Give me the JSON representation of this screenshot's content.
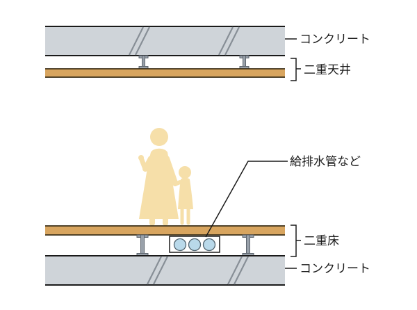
{
  "labels": {
    "concrete_top": "コンクリート",
    "double_ceiling": "二重天井",
    "pipes_note": "給排水管など",
    "double_floor": "二重床",
    "concrete_bottom": "コンクリート"
  },
  "colors": {
    "background": "#ffffff",
    "concrete": "#cfd4d9",
    "line": "#1a1a1a",
    "hatch": "#878e96",
    "board": "#d8a55f",
    "board_edge": "#3b2f18",
    "support": "#99a1aa",
    "support_stroke": "#5c646d",
    "figure": "#f6dfa9",
    "pipe": "#b9d9ea",
    "pipe_stroke": "#52646f",
    "pipe_box": "#ffffff",
    "text": "#1a1a1a"
  }
}
